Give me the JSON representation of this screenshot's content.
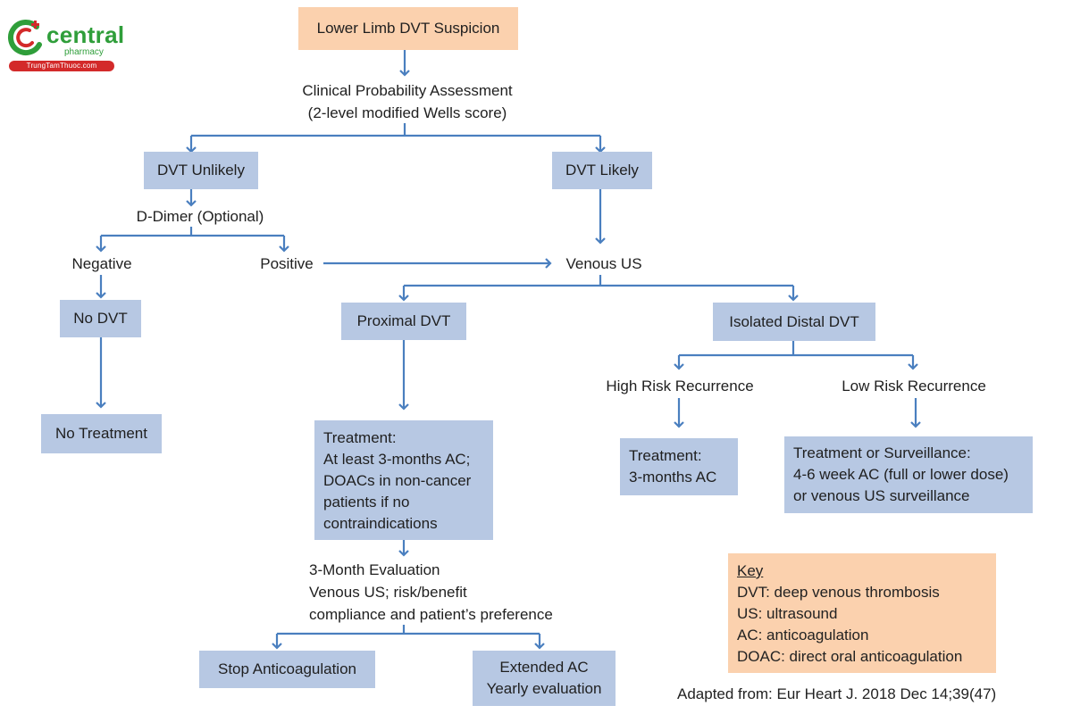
{
  "logo": {
    "brand": "central",
    "sub": "pharmacy",
    "url_text": "TrungTamThuoc.com"
  },
  "nodes": {
    "suspicion": "Lower Limb DVT Suspicion",
    "assessment": "Clinical Probability Assessment\n(2-level modified Wells score)",
    "unlikely": "DVT Unlikely",
    "likely": "DVT Likely",
    "ddimer": "D-Dimer (Optional)",
    "negative": "Negative",
    "positive": "Positive",
    "venous_us": "Venous US",
    "no_dvt": "No DVT",
    "no_treatment": "No Treatment",
    "proximal": "Proximal DVT",
    "distal": "Isolated Distal DVT",
    "high_risk": "High Risk Recurrence",
    "low_risk": "Low Risk Recurrence",
    "treatment_prox": "Treatment:\nAt least 3-months AC;\nDOACs in non-cancer\npatients if no\ncontraindications",
    "treatment_high": "Treatment:\n3-months AC",
    "treatment_low": "Treatment or Surveillance:\n4-6 week AC (full or lower dose)\nor venous US surveillance",
    "evaluation": "3-Month Evaluation\nVenous US; risk/benefit\ncompliance and patient’s preference",
    "stop": "Stop Anticoagulation",
    "extended": "Extended AC\nYearly evaluation"
  },
  "key": {
    "title": "Key",
    "lines": [
      "DVT: deep venous thrombosis",
      "US: ultrasound",
      "AC: anticoagulation",
      "DOAC: direct oral anticoagulation"
    ]
  },
  "source": "Adapted from: Eur Heart J. 2018 Dec 14;39(47)",
  "colors": {
    "box_blue": "#b7c8e3",
    "box_orange": "#fbd1ae",
    "arrow": "#4a7fbf",
    "logo_green": "#2f9e3a",
    "logo_red": "#d32a2a"
  }
}
